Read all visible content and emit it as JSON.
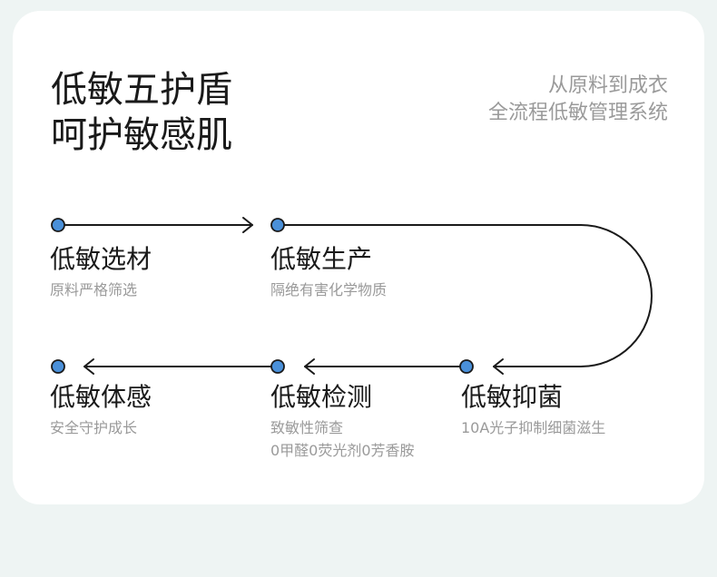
{
  "title": {
    "line1": "低敏五护盾",
    "line2": "呵护敏感肌"
  },
  "subtitle": {
    "line1": "从原料到成衣",
    "line2": "全流程低敏管理系统"
  },
  "steps": [
    {
      "name": "低敏选材",
      "desc": "原料严格筛选"
    },
    {
      "name": "低敏生产",
      "desc": "隔绝有害化学物质"
    },
    {
      "name": "低敏抑菌",
      "desc": "10A光子抑制细菌滋生"
    },
    {
      "name": "低敏检测",
      "desc": "致敏性筛查",
      "desc2": "0甲醛0荧光剂0芳香胺"
    },
    {
      "name": "低敏体感",
      "desc": "安全守护成长"
    }
  ],
  "colors": {
    "dot": "#4a90d9",
    "line": "#1a1a1a",
    "background": "#eef4f3",
    "card": "#ffffff"
  }
}
